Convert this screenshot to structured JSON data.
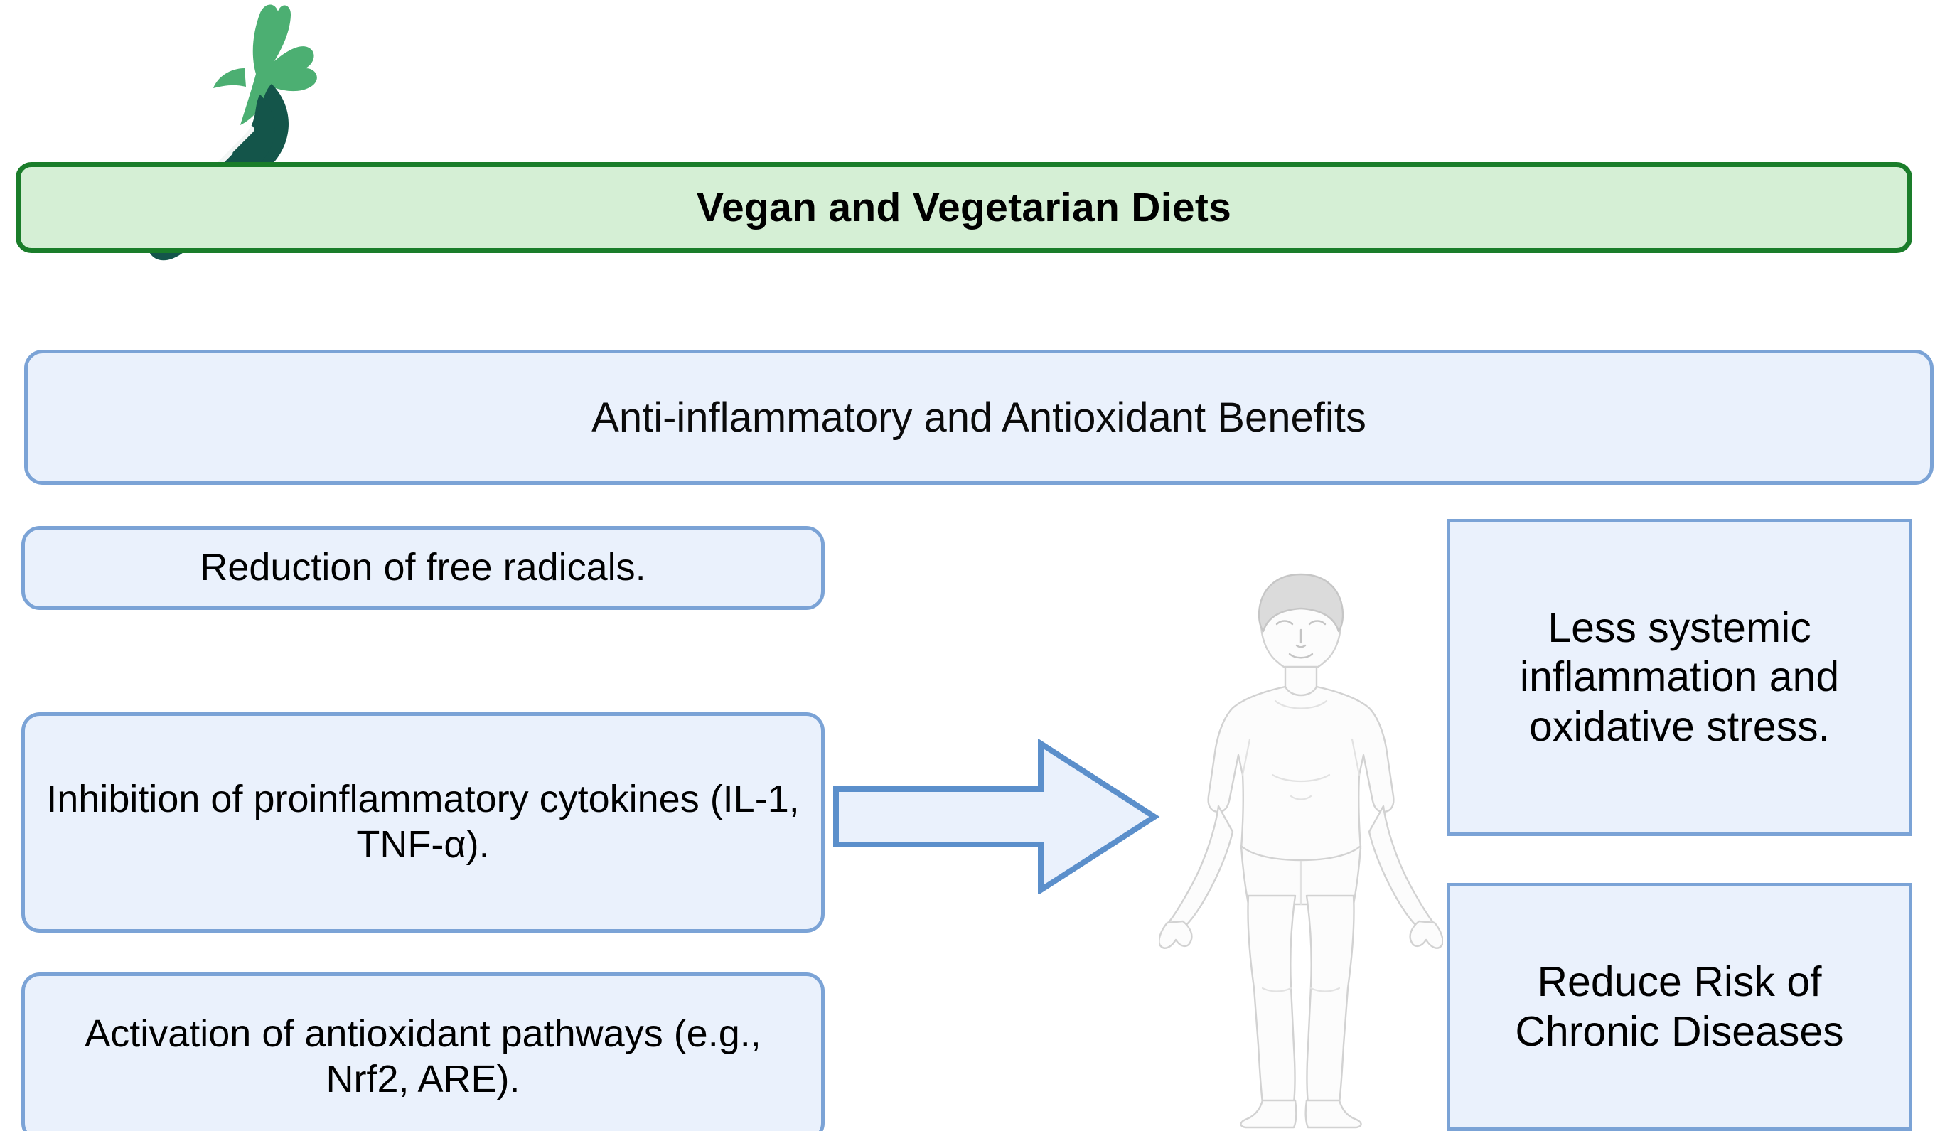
{
  "colors": {
    "green_border": "#1A7D2A",
    "green_fill": "#D5EFD5",
    "blue_border": "#7BA3D6",
    "blue_fill": "#EAF1FC",
    "carrot_root": "#14554A",
    "carrot_leaf": "#4CAF72",
    "figure_outline": "#CFCFCF",
    "text": "#000000"
  },
  "header": {
    "title": "Vegan and Vegetarian Diets",
    "icon": "carrot-icon"
  },
  "subheader": {
    "title": "Anti-inflammatory and Antioxidant Benefits"
  },
  "mechanisms": {
    "items": [
      {
        "label": "Reduction of free radicals."
      },
      {
        "label": "Inhibition of proinflammatory cytokines (IL-1, TNF-α)."
      },
      {
        "label": "Activation of antioxidant pathways (e.g., Nrf2, ARE)."
      }
    ]
  },
  "connector": {
    "icon": "right-arrow-icon",
    "direction": "right"
  },
  "subject": {
    "icon": "human-body-figure-icon"
  },
  "outcomes": {
    "items": [
      {
        "label": "Less systemic inflammation and oxidative stress."
      },
      {
        "label": "Reduce Risk of Chronic Diseases"
      }
    ]
  }
}
